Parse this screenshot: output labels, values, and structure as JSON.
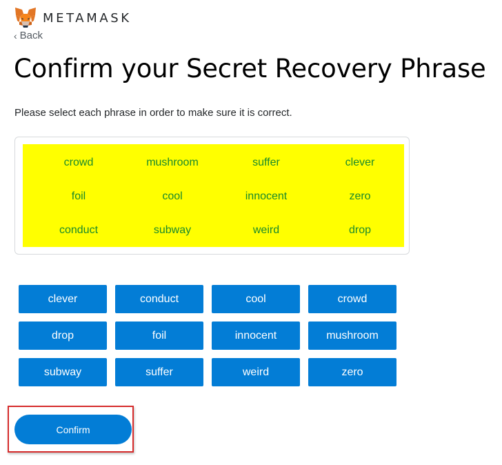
{
  "header": {
    "brand": "METAMASK",
    "logo_icon": "metamask-fox-icon"
  },
  "nav": {
    "back_label": "Back",
    "back_icon": "chevron-left-icon"
  },
  "page": {
    "title": "Confirm your Secret Recovery Phrase",
    "subtitle": "Please select each phrase in order to make sure it is correct."
  },
  "selected_words": [
    "crowd",
    "mushroom",
    "suffer",
    "clever",
    "foil",
    "cool",
    "innocent",
    "zero",
    "conduct",
    "subway",
    "weird",
    "drop"
  ],
  "word_choices": [
    "clever",
    "conduct",
    "cool",
    "crowd",
    "drop",
    "foil",
    "innocent",
    "mushroom",
    "subway",
    "suffer",
    "weird",
    "zero"
  ],
  "actions": {
    "confirm_label": "Confirm"
  },
  "colors": {
    "primary_blue": "#037dd6",
    "highlight_yellow": "#ffff00",
    "selected_word_green": "#1a8a2c",
    "annotation_red": "#d62b2b"
  }
}
